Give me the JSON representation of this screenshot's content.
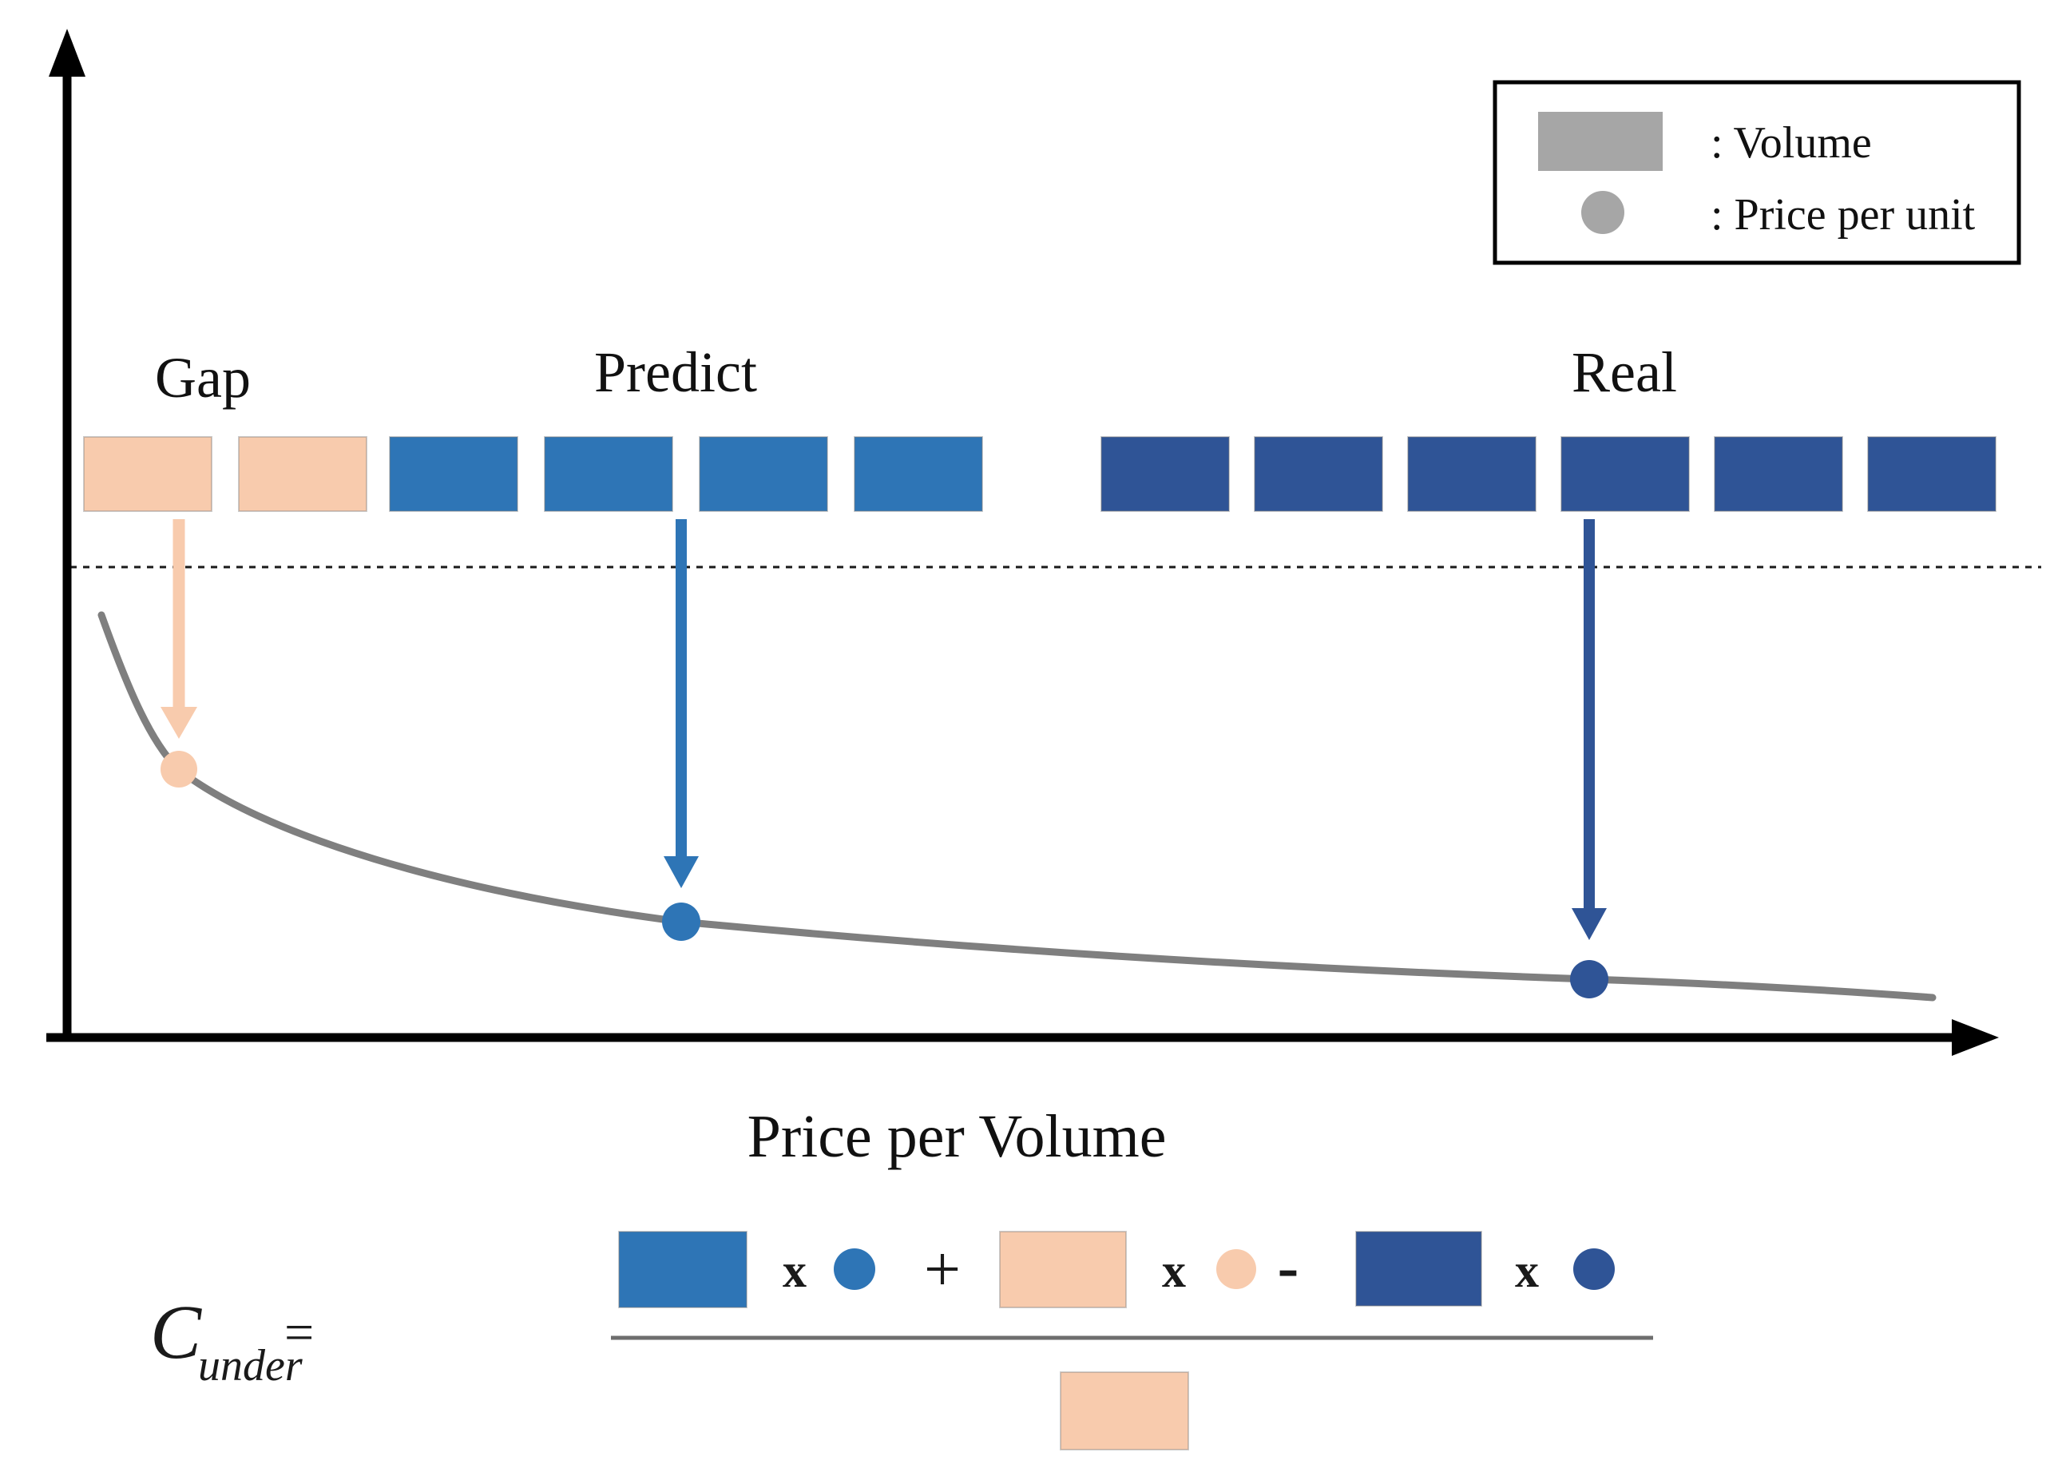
{
  "legend": {
    "volume_label": ": Volume",
    "price_per_unit_label": ": Price per unit",
    "swatch_color": "#A6A6A6"
  },
  "sections": [
    {
      "label": "Gap",
      "units": 2,
      "color": "#F8CBAD"
    },
    {
      "label": "Predict",
      "units": 4,
      "color": "#2E75B6"
    },
    {
      "label": "Real",
      "units": 6,
      "color": "#2F5496"
    }
  ],
  "axes": {
    "x_label": "Price per Volume"
  },
  "colors": {
    "gap": "#F8CBAD",
    "predict": "#2E75B6",
    "real": "#2F5496",
    "legend_gray": "#A6A6A6",
    "curve_gray": "#7F7F7F",
    "fraction_bar": "#6E6E6E",
    "axis_black": "#000000",
    "dashed_line": "#1A1A1A"
  },
  "formula": {
    "lhs": "C",
    "lhs_subscript": "under",
    "equals": "=",
    "multiply": "x",
    "plus": "+",
    "minus": "-"
  }
}
